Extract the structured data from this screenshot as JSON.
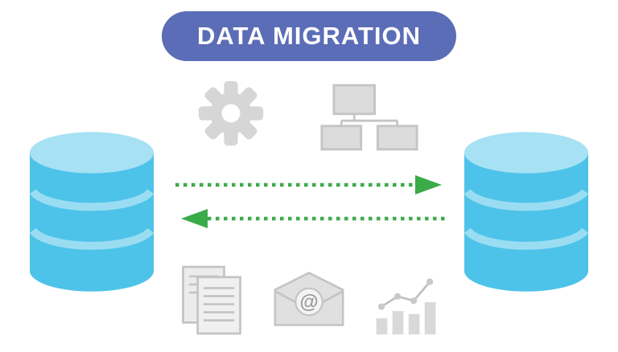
{
  "title": "DATA MIGRATION",
  "colors": {
    "badge_background": "#5B6DB6",
    "badge_text": "#FFFFFF",
    "database_fill": "#4EC3E9",
    "database_top": "#A6E1F4",
    "database_band": "#9ADDF2",
    "arrow_green": "#3BAA49",
    "icon_gray": "#D9D9D9",
    "icon_outline": "#C4C4C4",
    "background": "#FFFFFF"
  },
  "icons": {
    "left_database": "database-icon",
    "right_database": "database-icon",
    "gear": "gear-icon",
    "flowchart": "flowchart-icon",
    "documents": "documents-icon",
    "email": "email-envelope-icon",
    "bar_chart": "bar-chart-icon",
    "at_symbol": "@"
  },
  "arrows": [
    {
      "name": "top-arrow",
      "direction": "left-to-right",
      "style": "dotted"
    },
    {
      "name": "bottom-arrow",
      "direction": "right-to-left",
      "style": "dotted"
    }
  ]
}
